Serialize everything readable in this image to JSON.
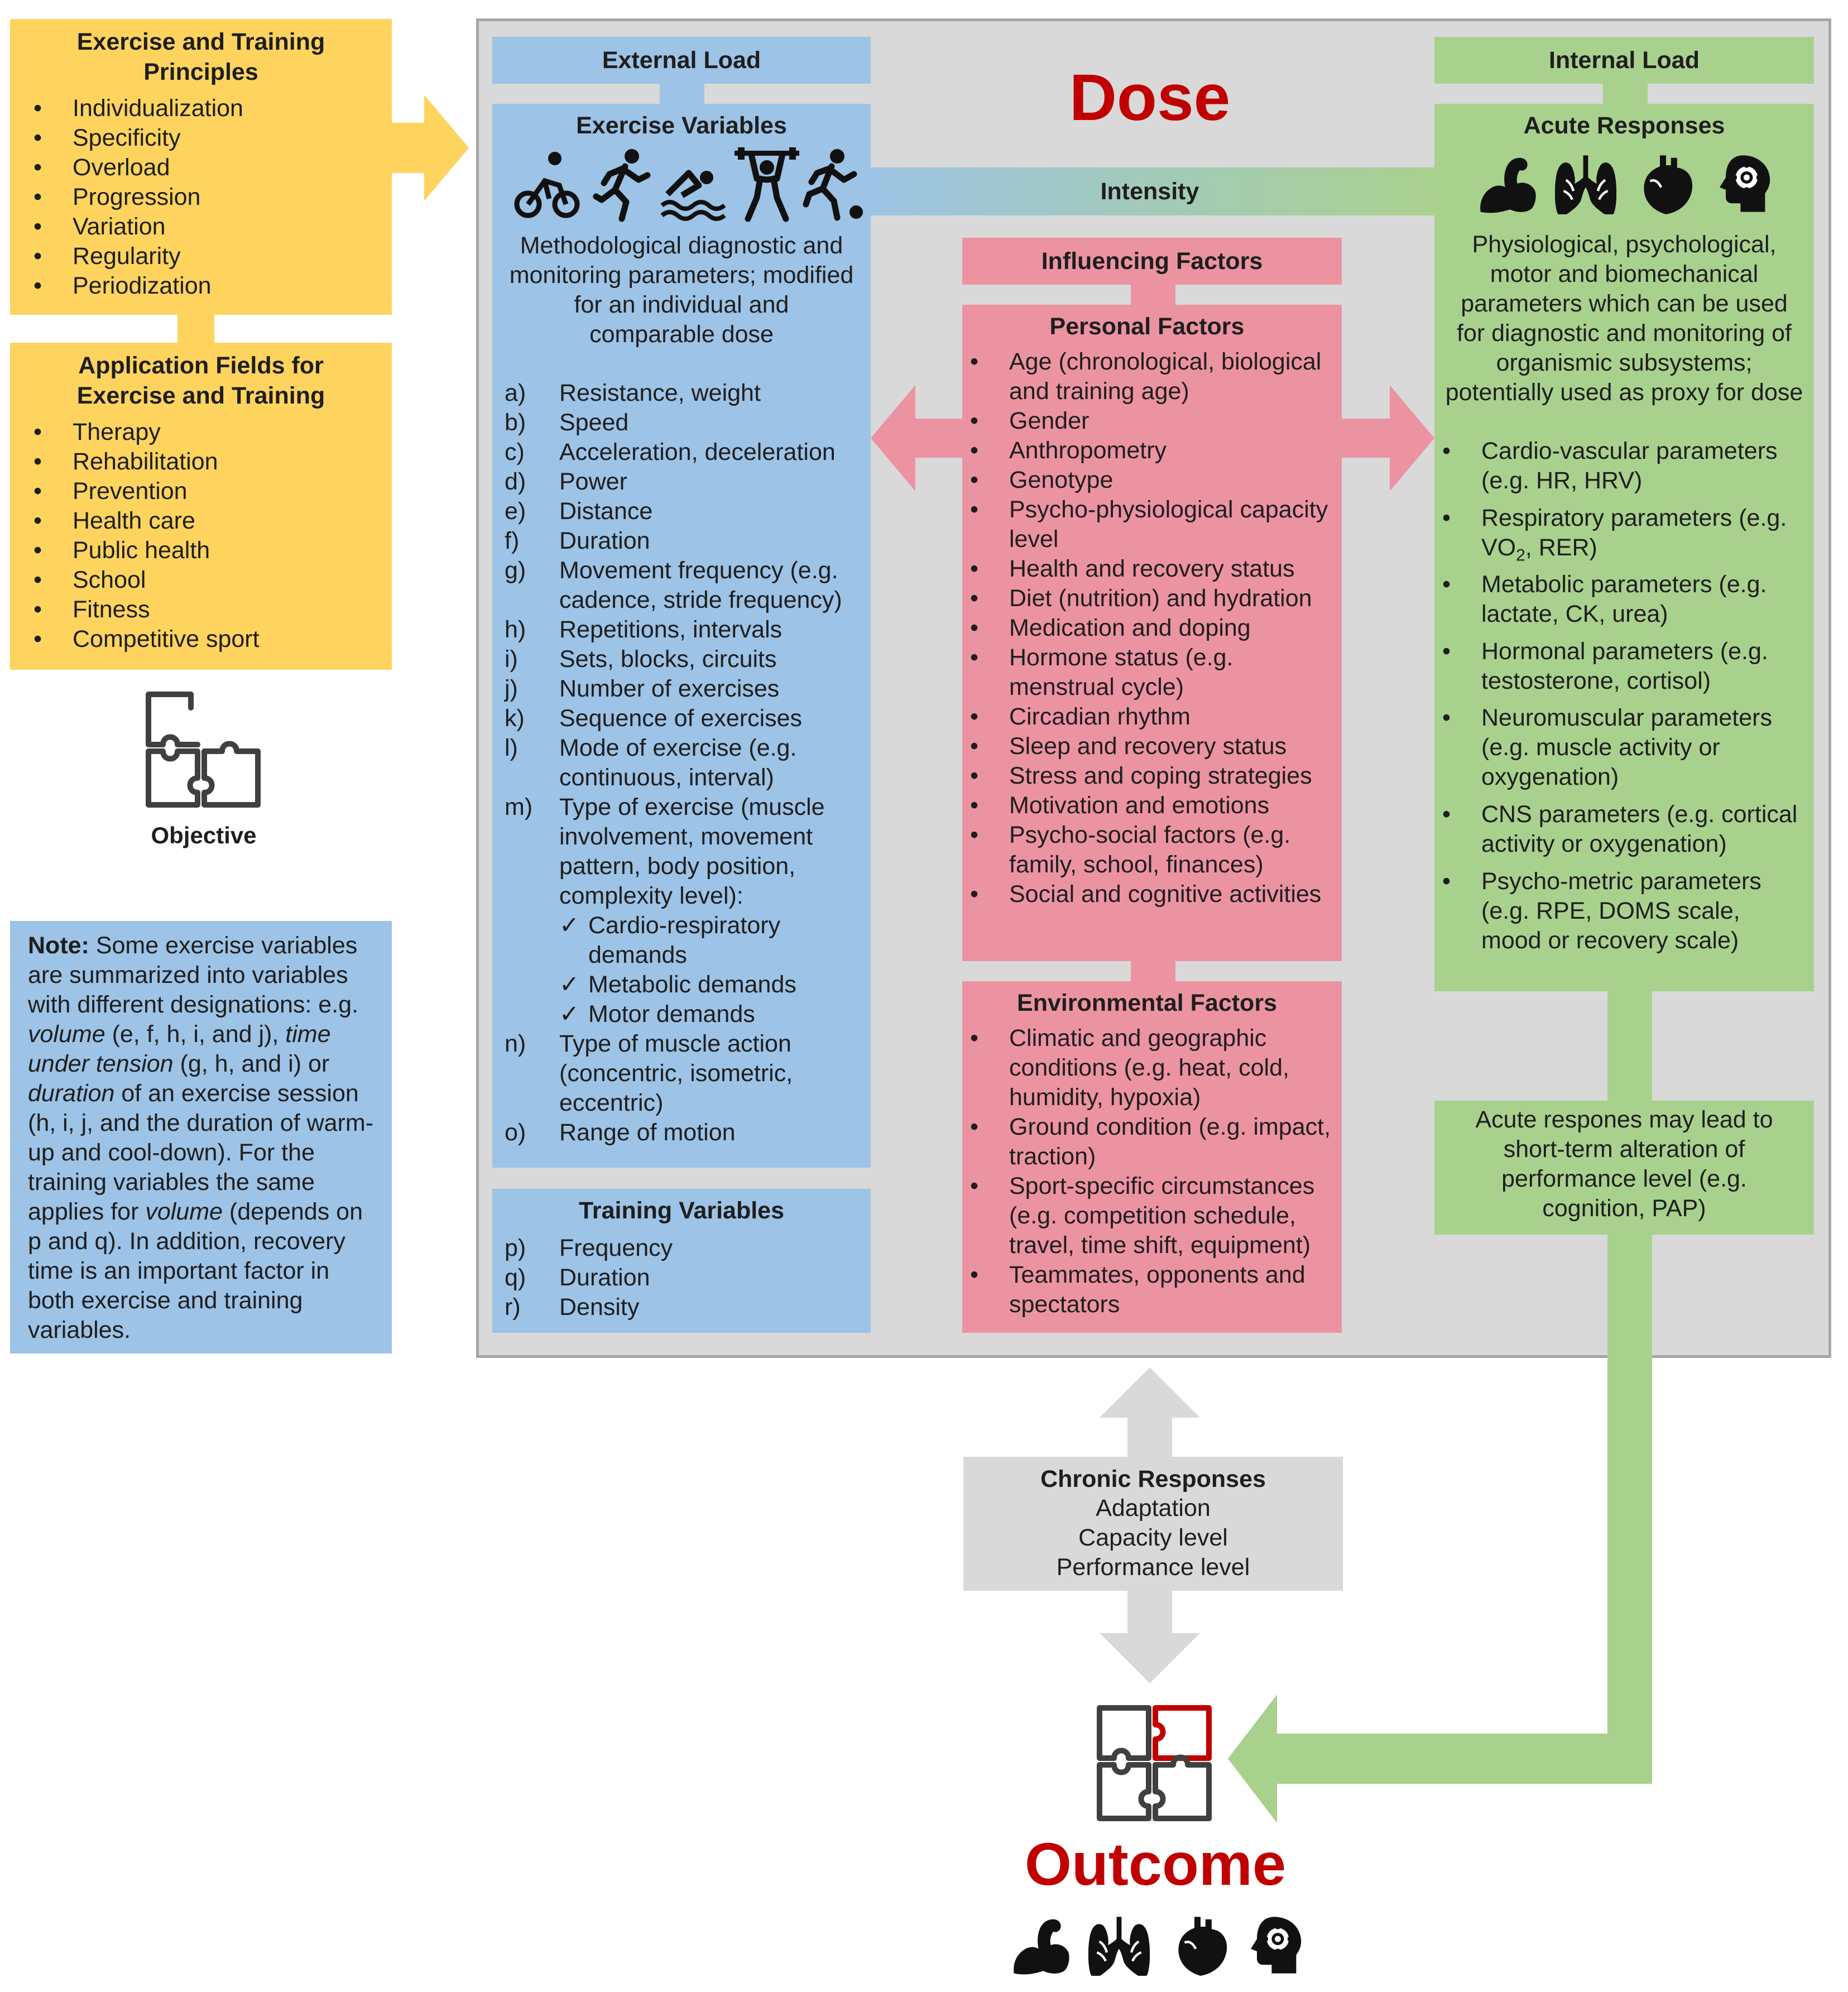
{
  "principles": {
    "title": "Exercise and Training Principles",
    "items": [
      "Individualization",
      "Specificity",
      "Overload",
      "Progression",
      "Variation",
      "Regularity",
      "Periodization"
    ]
  },
  "application": {
    "title": "Application Fields for Exercise and Training",
    "items": [
      "Therapy",
      "Rehabilitation",
      "Prevention",
      "Health care",
      "Public health",
      "School",
      "Fitness",
      "Competitive sport"
    ]
  },
  "objective": {
    "label": "Objective"
  },
  "note": {
    "label": "Note:",
    "segments": [
      " Some exercise variables are summarized into variables with different designations: e.g. ",
      "volume",
      " (e, f, h, i, and j), ",
      "time under tension",
      " (g, h, and i) or ",
      "duration",
      " of an exercise session (h, i, j, and the duration of warm-up and cool-down). For the training variables the same applies for ",
      "volume",
      " (depends on p and q). In addition, recovery time is an important factor in both exercise and training variables."
    ]
  },
  "dose": {
    "title": "Dose"
  },
  "external_load": {
    "title": "External Load"
  },
  "exercise_variables": {
    "title": "Exercise Variables",
    "description": "Methodological diagnostic and monitoring parameters; modified for an individual and comparable dose",
    "icons": [
      "cycling-icon",
      "running-icon",
      "swimming-icon",
      "weightlifting-icon",
      "soccer-icon"
    ],
    "items": [
      {
        "letter": "a)",
        "text": "Resistance, weight"
      },
      {
        "letter": "b)",
        "text": "Speed"
      },
      {
        "letter": "c)",
        "text": "Acceleration, deceleration"
      },
      {
        "letter": "d)",
        "text": "Power"
      },
      {
        "letter": "e)",
        "text": "Distance"
      },
      {
        "letter": "f)",
        "text": "Duration"
      },
      {
        "letter": "g)",
        "text": "Movement frequency (e.g. cadence, stride frequency)"
      },
      {
        "letter": "h)",
        "text": "Repetitions, intervals"
      },
      {
        "letter": "i)",
        "text": "Sets, blocks, circuits"
      },
      {
        "letter": "j)",
        "text": "Number of exercises"
      },
      {
        "letter": "k)",
        "text": "Sequence of exercises"
      },
      {
        "letter": "l)",
        "text": "Mode of exercise (e.g. continuous, interval)"
      },
      {
        "letter": "m)",
        "text": "Type of exercise (muscle involvement, movement pattern, body position, complexity level):"
      }
    ],
    "check_items": [
      "Cardio-respiratory demands",
      "Metabolic demands",
      "Motor demands"
    ],
    "items_after": [
      {
        "letter": "n)",
        "text": "Type of muscle action (concentric, isometric, eccentric)"
      },
      {
        "letter": "o)",
        "text": "Range of motion"
      }
    ],
    "check_mark": "✓"
  },
  "training_variables": {
    "title": "Training Variables",
    "items": [
      {
        "letter": "p)",
        "text": "Frequency"
      },
      {
        "letter": "q)",
        "text": "Duration"
      },
      {
        "letter": "r)",
        "text": "Density"
      }
    ]
  },
  "intensity": {
    "label": "Intensity"
  },
  "influencing_factors": {
    "title": "Influencing Factors"
  },
  "personal_factors": {
    "title": "Personal Factors",
    "items": [
      "Age (chronological, biological and training age)",
      "Gender",
      "Anthropometry",
      "Genotype",
      "Psycho-physiological capacity level",
      "Health and recovery status",
      "Diet (nutrition) and hydration",
      "Medication and doping",
      "Hormone status (e.g. menstrual cycle)",
      "Circadian rhythm",
      "Sleep and recovery status",
      "Stress and coping strategies",
      "Motivation and emotions",
      "Psycho-social factors (e.g. family, school, finances)",
      "Social and cognitive activities"
    ]
  },
  "environmental_factors": {
    "title": "Environmental Factors",
    "items": [
      "Climatic and geographic conditions (e.g. heat, cold, humidity, hypoxia)",
      "Ground condition (e.g. impact, traction)",
      "Sport-specific circumstances (e.g. competition schedule, travel, time shift, equipment)",
      "Teammates, opponents and spectators"
    ]
  },
  "internal_load": {
    "title": "Internal Load"
  },
  "acute_responses": {
    "title": "Acute Responses",
    "description": "Physiological, psychological, motor and biomechanical parameters which can be used for diagnostic and monitoring of organismic subsystems; potentially used as proxy for dose",
    "icons": [
      "muscle-icon",
      "lungs-icon",
      "heart-icon",
      "brain-gear-icon"
    ],
    "items": [
      {
        "pre": "Cardio-vascular parameters (e.g. HR, HRV)",
        "sub": "",
        "post": ""
      },
      {
        "pre": "Respiratory parameters (e.g. VO",
        "sub": "2",
        "post": ", RER)"
      },
      {
        "pre": "Metabolic parameters (e.g. lactate, CK, urea)",
        "sub": "",
        "post": ""
      },
      {
        "pre": "Hormonal parameters (e.g. testosterone, cortisol)",
        "sub": "",
        "post": ""
      },
      {
        "pre": "Neuromuscular parameters (e.g. muscle activity or oxygenation)",
        "sub": "",
        "post": ""
      },
      {
        "pre": "CNS parameters (e.g. cortical activity or oxygenation)",
        "sub": "",
        "post": ""
      },
      {
        "pre": "Psycho-metric parameters (e.g. RPE, DOMS scale, mood or recovery scale)",
        "sub": "",
        "post": ""
      }
    ]
  },
  "short_term_note": {
    "text": "Acute respones may lead to short-term alteration of performance level (e.g. cognition, PAP)"
  },
  "chronic_responses": {
    "title": "Chronic Responses",
    "lines": [
      "Adaptation",
      "Capacity level",
      "Performance level"
    ]
  },
  "outcome": {
    "title": "Outcome",
    "icons": [
      "muscle-icon",
      "lungs-icon",
      "heart-icon",
      "brain-gear-icon"
    ]
  },
  "colors": {
    "yellow": "#fed45f",
    "blue": "#9dc3e6",
    "pink": "#ec93a2",
    "green": "#a9d18e",
    "grey": "#d9d9d9",
    "title_red": "#c00000"
  }
}
